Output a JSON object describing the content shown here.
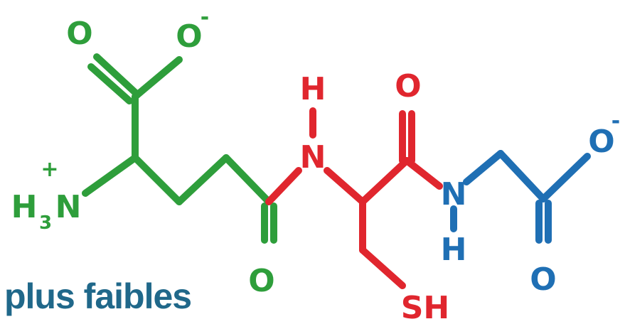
{
  "colors": {
    "glutamate": "#2e9e3b",
    "cysteine": "#e0262e",
    "glycine": "#1f6fb4",
    "caption": "#20688a"
  },
  "atoms": {
    "glu_o_top": "O",
    "glu_o_minus": "O",
    "glu_o_minus_charge": "-",
    "amine_h": "H",
    "amine_sub": "3",
    "amine_n": "N",
    "amine_charge": "+",
    "glu_o_bottom": "O",
    "cys_h_top": "H",
    "cys_n": "N",
    "cys_o_top": "O",
    "cys_sh": "SH",
    "gly_n": "N",
    "gly_h_bottom": "H",
    "gly_o_minus": "O",
    "gly_o_minus_charge": "-",
    "gly_o_bottom": "O"
  },
  "caption": {
    "text": "plus faibles"
  }
}
